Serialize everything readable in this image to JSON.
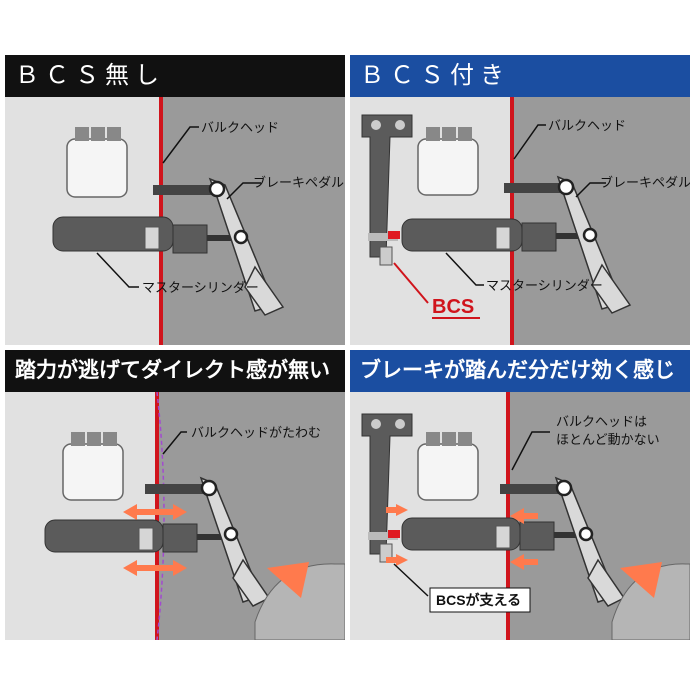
{
  "panels": {
    "top_left": {
      "title": "ＢＣＳ無し",
      "label_bulkhead": "バルクヘッド",
      "label_pedal": "ブレーキペダル",
      "label_master": "マスターシリンダー"
    },
    "top_right": {
      "title": "ＢＣＳ付き",
      "label_bulkhead": "バルクヘッド",
      "label_pedal": "ブレーキペダル",
      "label_master": "マスターシリンダー",
      "label_bcs": "BCS"
    },
    "bottom_left": {
      "title": "踏力が逃げてダイレクト感が無い",
      "label_bulkhead": "バルクヘッドがたわむ"
    },
    "bottom_right": {
      "title": "ブレーキが踏んだ分だけ効く感じ",
      "label_bulkhead_line1": "バルクヘッドは",
      "label_bulkhead_line2": "ほとんど動かない",
      "label_bcs": "BCSが支える"
    }
  },
  "colors": {
    "header_dark": "#111111",
    "header_blue": "#1b4ea1",
    "bulkhead_red": "#d0141c",
    "arrow_orange": "#ff7a4d",
    "bcs_red": "#d0141c"
  },
  "icons": [
    "reservoir-icon",
    "master-cylinder-icon",
    "brake-pedal-icon",
    "bcs-bracket-icon",
    "foot-icon",
    "force-arrow-icon"
  ]
}
